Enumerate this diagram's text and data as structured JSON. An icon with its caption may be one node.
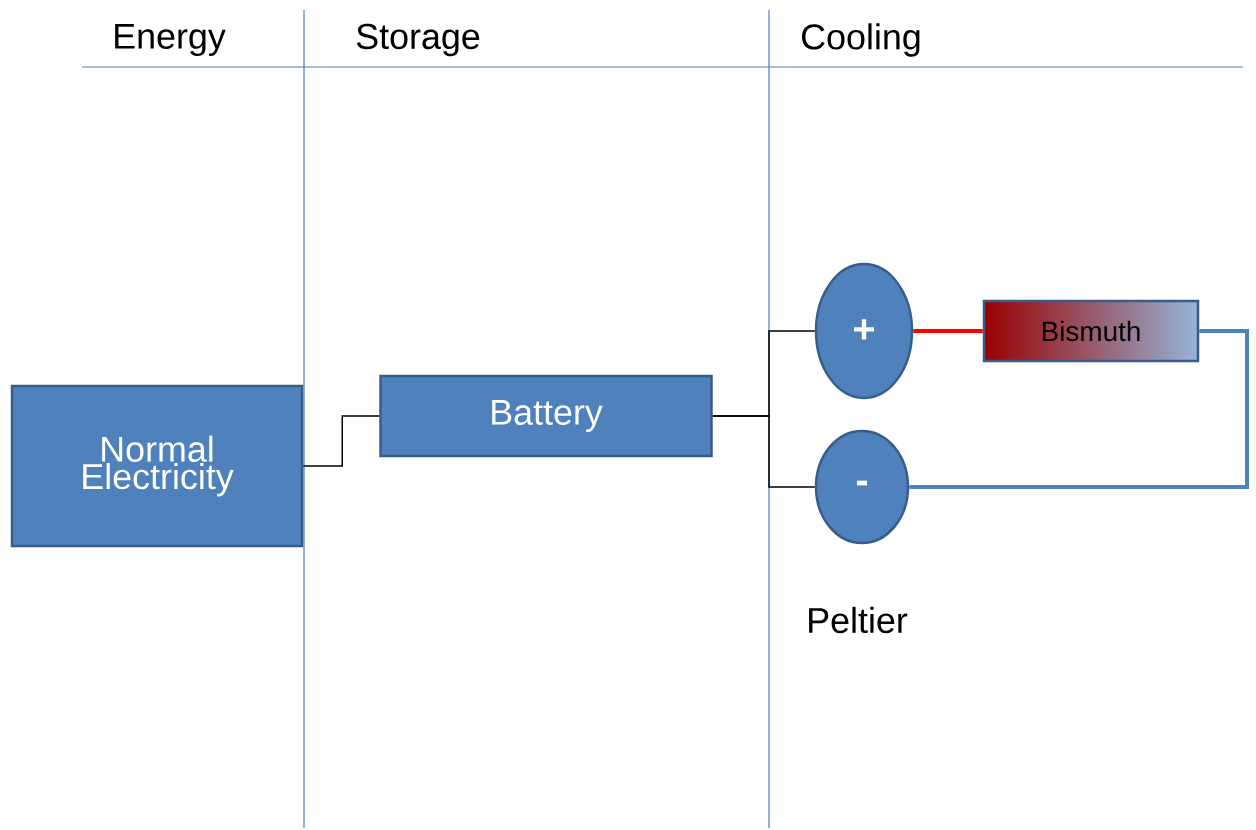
{
  "diagram": {
    "nodes": [
      {
        "text": [
          "Normal Electricity"
        ]
      },
      {
        "text": [
          "Battery"
        ]
      },
      {
        "text": [
          "+"
        ]
      },
      {
        "text": [
          "-"
        ]
      },
      {
        "text": [
          "Bismuth"
        ]
      }
    ],
    "edges": [
      {
        "from": 0,
        "to": 1,
        "arrow": "none"
      },
      {
        "from": 1,
        "to": 2,
        "arrow": "none"
      },
      {
        "from": 1,
        "to": 3,
        "arrow": "none"
      },
      {
        "from": 2,
        "to": 4,
        "arrow": "none",
        "style": "thick",
        "color": "#ff0000"
      },
      {
        "from": 4,
        "to": 3,
        "arrow": "none",
        "style": "thick",
        "color": "#4f81bd"
      }
    ],
    "labels": [
      "Energy",
      "Storage",
      "Cooling",
      "Peltier"
    ]
  }
}
